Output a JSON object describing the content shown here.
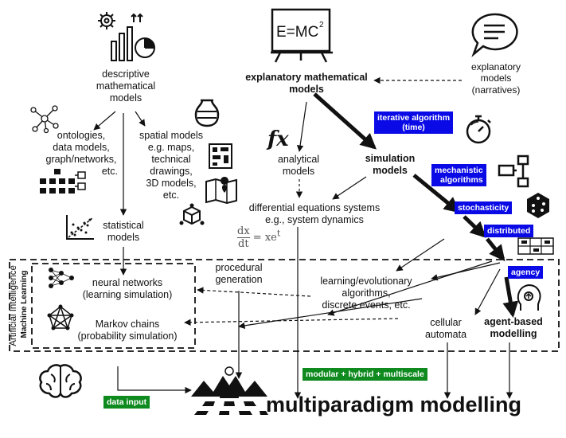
{
  "nodes": {
    "descriptive": [
      "descriptive",
      "mathematical",
      "models"
    ],
    "explanatory_math": [
      "explanatory mathematical",
      "models"
    ],
    "explanatory_narr": [
      "explanatory",
      "models",
      "(narratives)"
    ],
    "ontologies": [
      "ontologies,",
      "data models,",
      "graph/networks,",
      "etc."
    ],
    "spatial": [
      "spatial models",
      "e.g. maps,",
      "technical",
      "drawings,",
      "3D models,",
      "etc."
    ],
    "analytical": [
      "analytical",
      "models"
    ],
    "simulation": [
      "simulation",
      "models"
    ],
    "diffeq": [
      "differential equations systems",
      "e.g., system dynamics"
    ],
    "statistical": [
      "statistical",
      "models"
    ],
    "procedural": [
      "procedural",
      "generation"
    ],
    "neural": [
      "neural networks",
      "(learning simulation)"
    ],
    "markov": [
      "Markov chains",
      "(probability simulation)"
    ],
    "learning": [
      "learning/evolutionary",
      "algorithms,",
      "discrete events, etc."
    ],
    "cellular": [
      "cellular",
      "automata"
    ],
    "agent": [
      "agent-based",
      "modelling"
    ],
    "multiparadigm": "multiparadigm modelling",
    "ai": "Artificial Intelligence",
    "ml": "Machine Learning",
    "emc": "E=MC",
    "emc_exp": "2",
    "fx": "fx",
    "formula_lhs_num": "dx",
    "formula_lhs_den": "dt",
    "formula_rhs": "= xe",
    "formula_rhs_exp": "t"
  },
  "badges": {
    "iterative": [
      "iterative algorithm",
      "(time)"
    ],
    "mechanistic": [
      "mechanistic",
      "algorithms"
    ],
    "stochasticity": "stochasticity",
    "distributed": "distributed",
    "agency": "agency",
    "modular": "modular + hybrid + multiscale",
    "data_input": "data input"
  },
  "colors": {
    "badge_blue": "#0a0ae6",
    "badge_green": "#0e8a1e",
    "line": "#111111"
  },
  "icons": [
    "gear-chart-icon",
    "board-formula-icon",
    "speech-bubble-icon",
    "network-graph-icon",
    "hierarchy-icon",
    "vase-icon",
    "map-icon",
    "cube-icon",
    "scatter-plot-icon",
    "stopwatch-icon",
    "flowchart-icon",
    "dice-icon",
    "grid-icon",
    "brain-head-icon",
    "brain-icon",
    "chessboard-landscape-icon"
  ]
}
